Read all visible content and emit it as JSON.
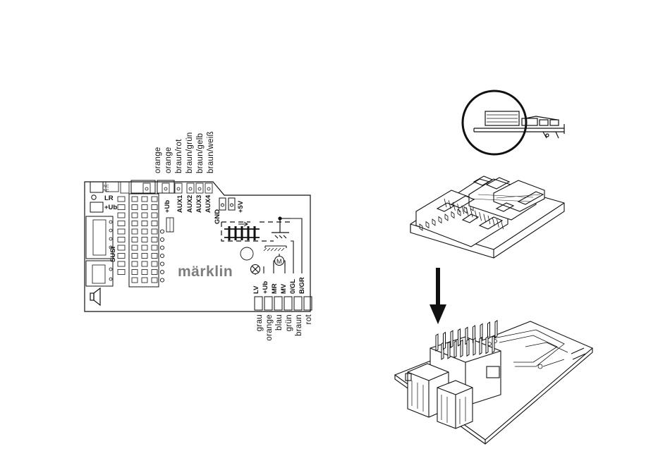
{
  "brand_logo": "märklin",
  "left_connectors": [
    {
      "id": "lr",
      "label": "LR"
    },
    {
      "id": "ub",
      "label": "+Ub"
    }
  ],
  "side_label": "SUSI",
  "top_wires": [
    {
      "pin": "",
      "color": "orange"
    },
    {
      "pin": "+Ub",
      "color": "orange"
    },
    {
      "pin": "AUX1",
      "color": "braun/rot"
    },
    {
      "pin": "AUX2",
      "color": "braun/grün"
    },
    {
      "pin": "AUX3",
      "color": "braun/gelb"
    },
    {
      "pin": "AUX4",
      "color": "braun/weiß"
    }
  ],
  "extra_pins": [
    "GND",
    "+5V"
  ],
  "bottom_wires": [
    {
      "pin": "LV",
      "color": "grau"
    },
    {
      "pin": "+Ub",
      "color": "orange"
    },
    {
      "pin": "MR",
      "color": "blau"
    },
    {
      "pin": "MV",
      "color": "grün"
    },
    {
      "pin": "0/GL",
      "color": "braun"
    },
    {
      "pin": "B/GR",
      "color": "rot"
    }
  ],
  "icons": [
    "speaker-icon",
    "lamp-icon",
    "motor-icon",
    "track-icon",
    "ground-icon",
    "down-arrow-icon"
  ]
}
